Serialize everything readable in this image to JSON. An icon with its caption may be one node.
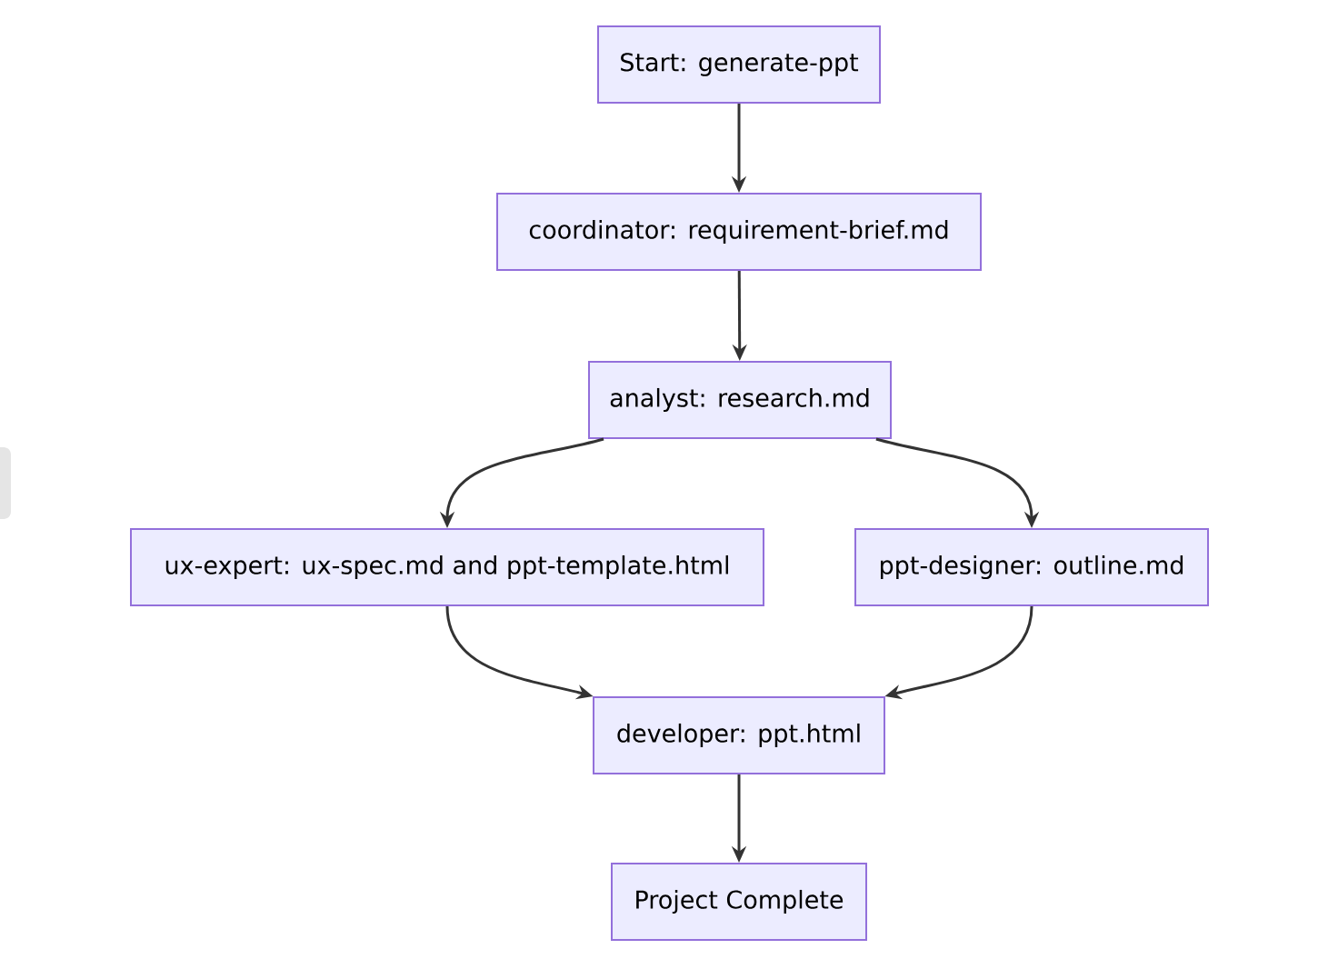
{
  "diagram": {
    "nodes": [
      {
        "text": [
          "Start: generate-ppt"
        ]
      },
      {
        "text": [
          "coordinator: requirement-brief.md"
        ]
      },
      {
        "text": [
          "analyst: research.md"
        ]
      },
      {
        "text": [
          "ux-expert: ux-spec.md and ppt-template.html"
        ]
      },
      {
        "text": [
          "ppt-designer: outline.md"
        ]
      },
      {
        "text": [
          "developer: ppt.html"
        ]
      },
      {
        "text": [
          "Project Complete"
        ]
      }
    ],
    "edges": [
      {
        "from": 0,
        "to": 1,
        "arrow": "to"
      },
      {
        "from": 1,
        "to": 2,
        "arrow": "to"
      },
      {
        "from": 2,
        "to": 3,
        "arrow": "to"
      },
      {
        "from": 2,
        "to": 4,
        "arrow": "to"
      },
      {
        "from": 3,
        "to": 5,
        "arrow": "to"
      },
      {
        "from": 4,
        "to": 5,
        "arrow": "to"
      },
      {
        "from": 5,
        "to": 6,
        "arrow": "to"
      }
    ]
  }
}
